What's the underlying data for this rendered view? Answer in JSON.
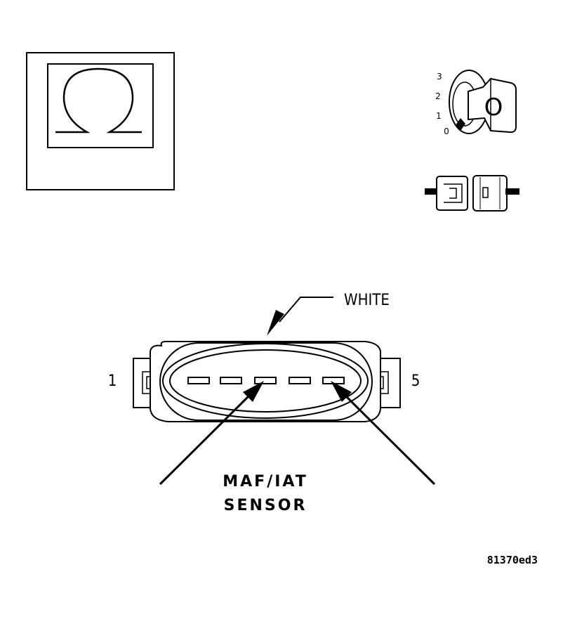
{
  "ohmmeter_icon": {
    "name": "ohmmeter-omega-icon"
  },
  "ignition_icon": {
    "name": "ignition-key-icon",
    "positions": [
      "3",
      "2",
      "1",
      "0"
    ],
    "key_letter": "O"
  },
  "disconnect_icon": {
    "name": "connector-disconnected-icon"
  },
  "connector": {
    "color_label": "WHITE",
    "pin_first": "1",
    "pin_last": "5",
    "cavity_count": 5
  },
  "component_label": {
    "line1": "MAF/IAT",
    "line2": "SENSOR"
  },
  "figure_id": "81370ed3"
}
